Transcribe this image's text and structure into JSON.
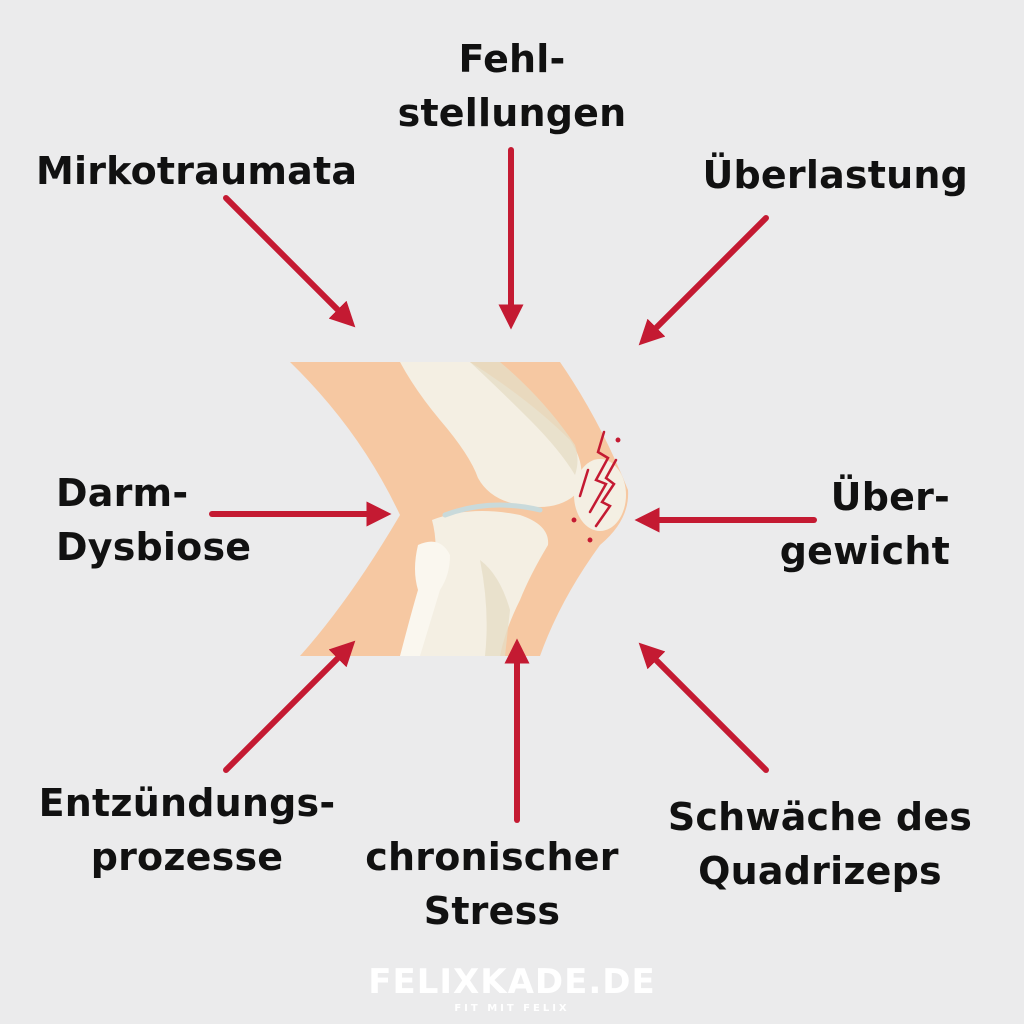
{
  "labels": {
    "fehlstellungen": [
      "Fehl-",
      "stellungen"
    ],
    "mikrotraumata": [
      "Mirkotraumata"
    ],
    "ueberlastung": [
      "Überlastung"
    ],
    "darm_dysbiose": [
      "Darm-",
      "Dysbiose"
    ],
    "uebergewicht": [
      "Über-",
      "gewicht"
    ],
    "entzuendungsprozesse": [
      "Entzündungs-",
      "prozesse"
    ],
    "chronischer_stress": [
      "chronischer",
      "Stress"
    ],
    "schwaeche_quadrizeps": [
      "Schwäche des",
      "Quadrizeps"
    ]
  },
  "brand": {
    "name": "FELIXKADE.DE",
    "tagline": "FIT MIT FELIX"
  },
  "colors": {
    "background": "#ebebec",
    "arrow": "#c41a32",
    "skin": "#f6c8a2",
    "bone": "#f4efe3",
    "text": "#111111"
  }
}
